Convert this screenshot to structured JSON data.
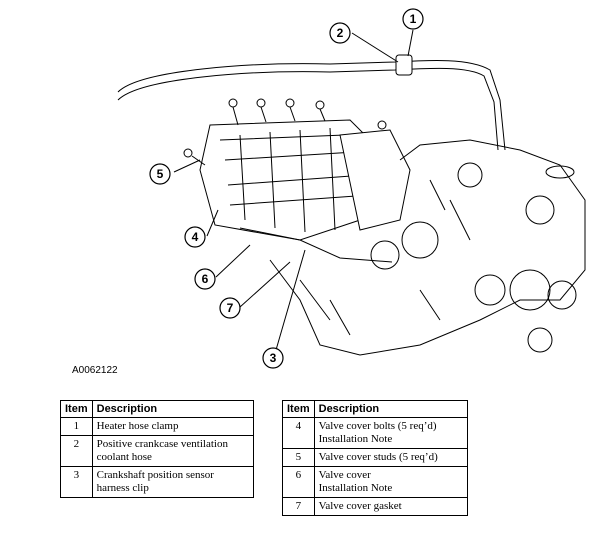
{
  "figure_id": "A0062122",
  "callouts": [
    "1",
    "2",
    "3",
    "4",
    "5",
    "6",
    "7"
  ],
  "tables": {
    "left": {
      "header": {
        "item": "Item",
        "description": "Description"
      },
      "rows": [
        {
          "item": "1",
          "lines": [
            "Heater hose clamp"
          ]
        },
        {
          "item": "2",
          "lines": [
            "Positive crankcase ventilation",
            "coolant hose"
          ]
        },
        {
          "item": "3",
          "lines": [
            "Crankshaft position sensor",
            "harness clip"
          ]
        }
      ]
    },
    "right": {
      "header": {
        "item": "Item",
        "description": "Description"
      },
      "rows": [
        {
          "item": "4",
          "lines": [
            "Valve cover bolts (5 req’d)",
            "Installation Note"
          ]
        },
        {
          "item": "5",
          "lines": [
            "Valve cover studs (5 req’d)"
          ]
        },
        {
          "item": "6",
          "lines": [
            "Valve cover",
            "Installation Note"
          ]
        },
        {
          "item": "7",
          "lines": [
            "Valve cover gasket"
          ]
        }
      ]
    }
  }
}
